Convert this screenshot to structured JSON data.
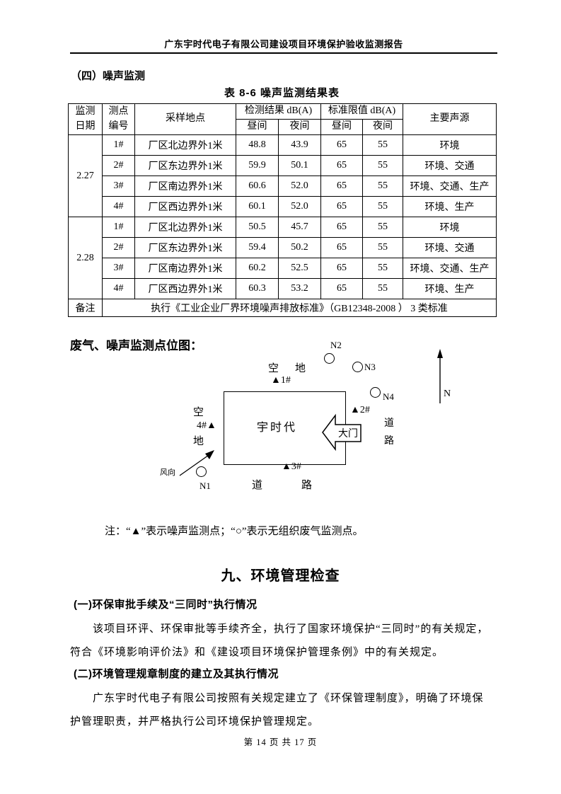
{
  "page": {
    "header_title": "广东宇时代电子有限公司建设项目环境保护验收监测报告",
    "footer": "第 14 页 共 17 页"
  },
  "section_noise": {
    "heading": "（四）噪声监测",
    "table_title": "表 8-6  噪声监测结果表"
  },
  "table": {
    "headers": {
      "date": "监测\n日期",
      "point": "测点\n编号",
      "location": "采样地点",
      "result_group": "检测结果 dB(A)",
      "limit_group": "标准限值 dB(A)",
      "day": "昼间",
      "night": "夜间",
      "source": "主要声源"
    },
    "rows": [
      {
        "date": "2.27",
        "point": "1#",
        "location": "厂区北边界外1米",
        "det_day": "48.8",
        "det_night": "43.9",
        "std_day": "65",
        "std_night": "55",
        "source": "环境"
      },
      {
        "point": "2#",
        "location": "厂区东边界外1米",
        "det_day": "59.9",
        "det_night": "50.1",
        "std_day": "65",
        "std_night": "55",
        "source": "环境、交通"
      },
      {
        "point": "3#",
        "location": "厂区南边界外1米",
        "det_day": "60.6",
        "det_night": "52.0",
        "std_day": "65",
        "std_night": "55",
        "source": "环境、交通、生产"
      },
      {
        "point": "4#",
        "location": "厂区西边界外1米",
        "det_day": "60.1",
        "det_night": "52.0",
        "std_day": "65",
        "std_night": "55",
        "source": "环境、生产"
      },
      {
        "date": "2.28",
        "point": "1#",
        "location": "厂区北边界外1米",
        "det_day": "50.5",
        "det_night": "45.7",
        "std_day": "65",
        "std_night": "55",
        "source": "环境"
      },
      {
        "point": "2#",
        "location": "厂区东边界外1米",
        "det_day": "59.4",
        "det_night": "50.2",
        "std_day": "65",
        "std_night": "55",
        "source": "环境、交通"
      },
      {
        "point": "3#",
        "location": "厂区南边界外1米",
        "det_day": "60.2",
        "det_night": "52.5",
        "std_day": "65",
        "std_night": "55",
        "source": "环境、交通、生产"
      },
      {
        "point": "4#",
        "location": "厂区西边界外1米",
        "det_day": "60.3",
        "det_night": "53.2",
        "std_day": "65",
        "std_night": "55",
        "source": "环境、生产"
      }
    ],
    "remark_label": "备注",
    "remark": "执行《工业企业厂界环境噪声排放标准》（GB12348-2008 ） 3 类标准"
  },
  "diagram": {
    "title": "废气、噪声监测点位图：",
    "labels": {
      "n1": "N1",
      "n2": "N2",
      "n3": "N3",
      "n4": "N4",
      "open_top": "空　地",
      "open_left_top": "空",
      "open_left_bottom": "地",
      "marker1": "▲1#",
      "marker2": "▲2#",
      "marker3": "▲3#",
      "marker4": "4#▲",
      "factory": "宇时代",
      "gate": "大门",
      "road_right_top": "道",
      "road_right_bottom": "路",
      "road_bottom_left": "道",
      "road_bottom_right": "路",
      "wind": "风向",
      "north": "N"
    },
    "note": "注：“▲”表示噪声监测点；“○”表示无组织废气监测点。"
  },
  "section_mgmt": {
    "heading": "九、环境管理检查",
    "sub1": "(一)环保审批手续及“三同时”执行情况",
    "p1_line1": "该项目环评、环保审批等手续齐全，执行了国家环境保护“三同时”的有关规定，",
    "p1_line2": "符合《环境影响评价法》和《建设项目环境保护管理条例》中的有关规定。",
    "sub2": "(二)环境管理规章制度的建立及其执行情况",
    "p2_line1": "广东宇时代电子有限公司按照有关规定建立了《环保管理制度》，明确了环境保",
    "p2_line2": "护管理职责，并严格执行公司环境保护管理规定。"
  }
}
